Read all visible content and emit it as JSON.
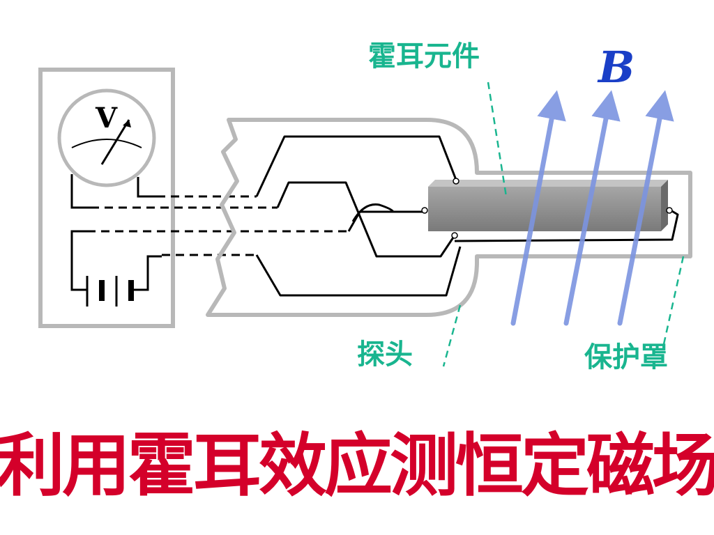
{
  "labels": {
    "hall_element": "霍耳元件",
    "probe": "探头",
    "shield": "保护罩",
    "field": "B",
    "voltmeter": "V"
  },
  "title": "利用霍耳效应测恒定磁场",
  "colors": {
    "label": "#19b58f",
    "field_label": "#1a3fc7",
    "field_arrows": "#7c94e0",
    "title": "#d4002a",
    "hall_plate": "#8a8a8a",
    "outline": "#b8b8b8"
  }
}
